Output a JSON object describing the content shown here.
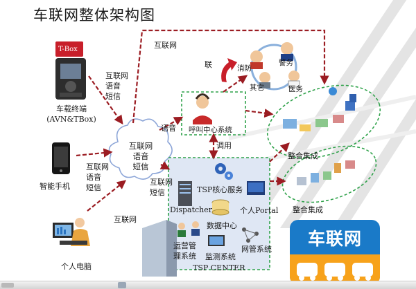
{
  "title": "车联网整体架构图",
  "nodes": {
    "tbox_tag": "T-Box",
    "vehicle_terminal": [
      "车载终端",
      "(AVN&TBox)"
    ],
    "smartphone": "智能手机",
    "pc": "个人电脑",
    "cloud": [
      "互联网",
      "语音",
      "短信"
    ],
    "call_center": "呼叫中心系统",
    "tsp_center": "TSP CENTER",
    "tsp_core": "TSP核心服务",
    "dispatcher": "Dispatcher",
    "portal": "个人Portal",
    "database": "数据中心",
    "ops": [
      "运营管",
      "理系统"
    ],
    "network": "网管系统",
    "monitor": "监测系统",
    "service_roles": [
      "消防",
      "警务",
      "其它",
      "医务"
    ],
    "integration_1": "整合集成",
    "integration_2": "整合集成",
    "logo": "车联网"
  },
  "links": {
    "vehicle_cloud": [
      "互联网",
      "语音",
      "短信"
    ],
    "phone_cloud": [
      "互联网",
      "语音",
      "短信"
    ],
    "pc_cloud": "互联网",
    "cloud_call": "语音",
    "cloud_tsp": [
      "互联网",
      "短信"
    ],
    "top_loop": "互联网",
    "call_roles": "联",
    "call_tsp": "调用"
  },
  "colors": {
    "arrow": "#9b1c22",
    "box_border": "#2fa24a",
    "tsp_fill": "#dfe7f4",
    "logo_blue": "#1a7ac8",
    "logo_orange": "#f7a21b"
  }
}
